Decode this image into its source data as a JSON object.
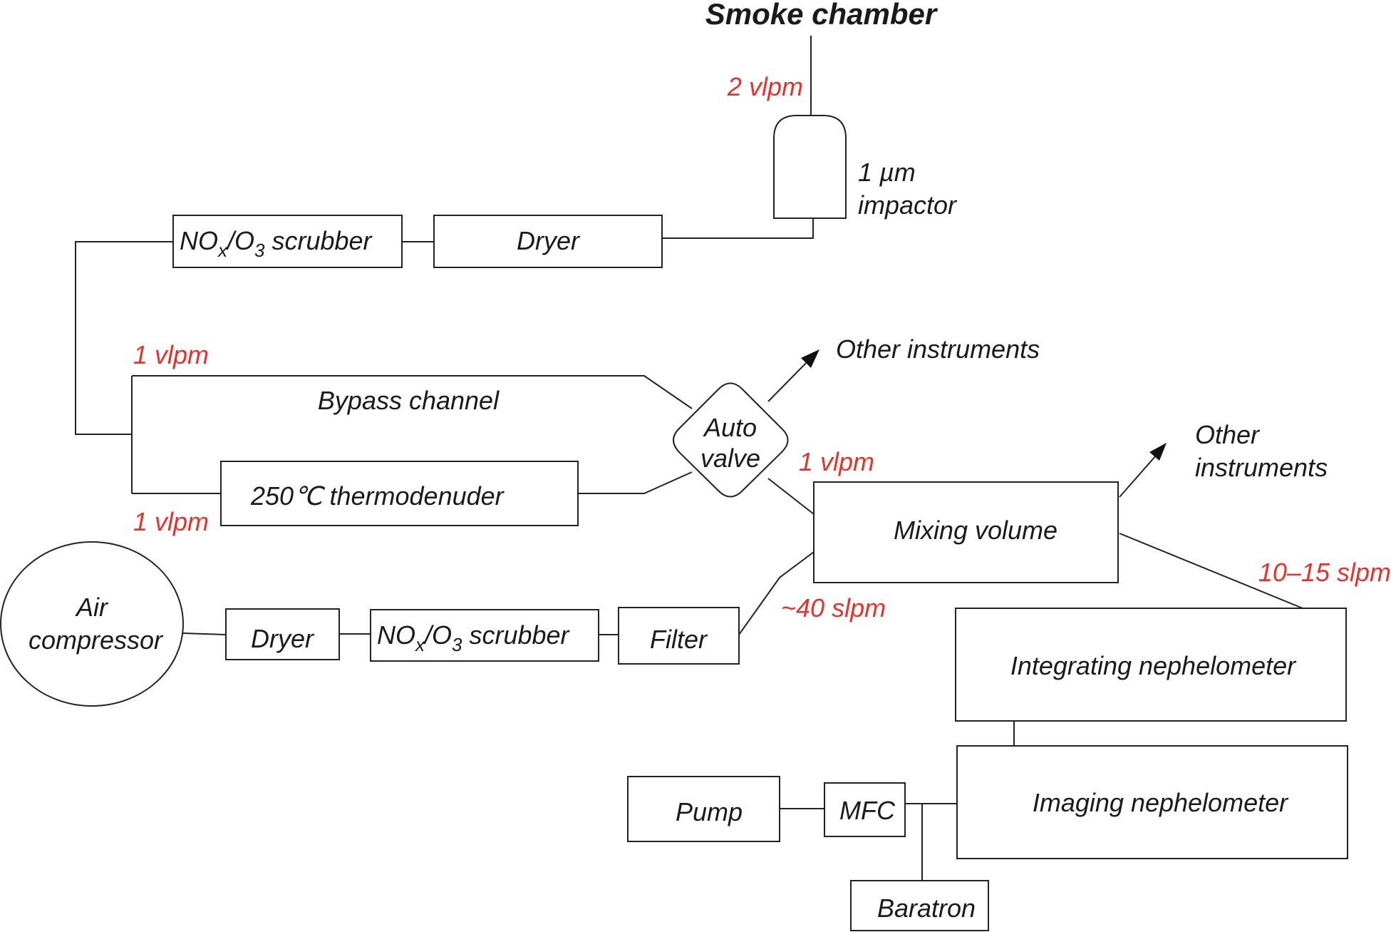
{
  "title": "Smoke chamber",
  "components": {
    "impactor": {
      "line1": "1 µm",
      "line2": "impactor"
    },
    "scrubber_top": {
      "main": "NO",
      "sub1": "x",
      "mid": "/O",
      "sub2": "3",
      "rest": " scrubber"
    },
    "dryer_top": "Dryer",
    "bypass_channel": "Bypass channel",
    "thermodenuder": "250℃  thermodenuder",
    "auto_valve": {
      "line1": "Auto",
      "line2": "valve"
    },
    "other_instruments_1": "Other instruments",
    "mixing_volume": "Mixing volume",
    "other_instruments_2": {
      "line1": "Other",
      "line2": "instruments"
    },
    "air_compressor": {
      "line1": "Air",
      "line2": "compressor"
    },
    "dryer_bottom": "Dryer",
    "scrubber_bottom": {
      "main": "NO",
      "sub1": "x",
      "mid": "/O",
      "sub2": "3",
      "rest": " scrubber"
    },
    "filter": "Filter",
    "integrating_nephelometer": "Integrating nephelometer",
    "imaging_nephelometer": "Imaging nephelometer",
    "pump": "Pump",
    "mfc": "MFC",
    "baratron": "Baratron"
  },
  "flow_rates": {
    "chamber_out": "2 vlpm",
    "bypass": "1 vlpm",
    "thermodenuder": "1 vlpm",
    "valve_out": "1 vlpm",
    "dilution_air": "~40 slpm",
    "nephelometer_flow": "10–15 slpm"
  },
  "colors": {
    "flow_label": "#e8312a",
    "line": "#222222"
  }
}
